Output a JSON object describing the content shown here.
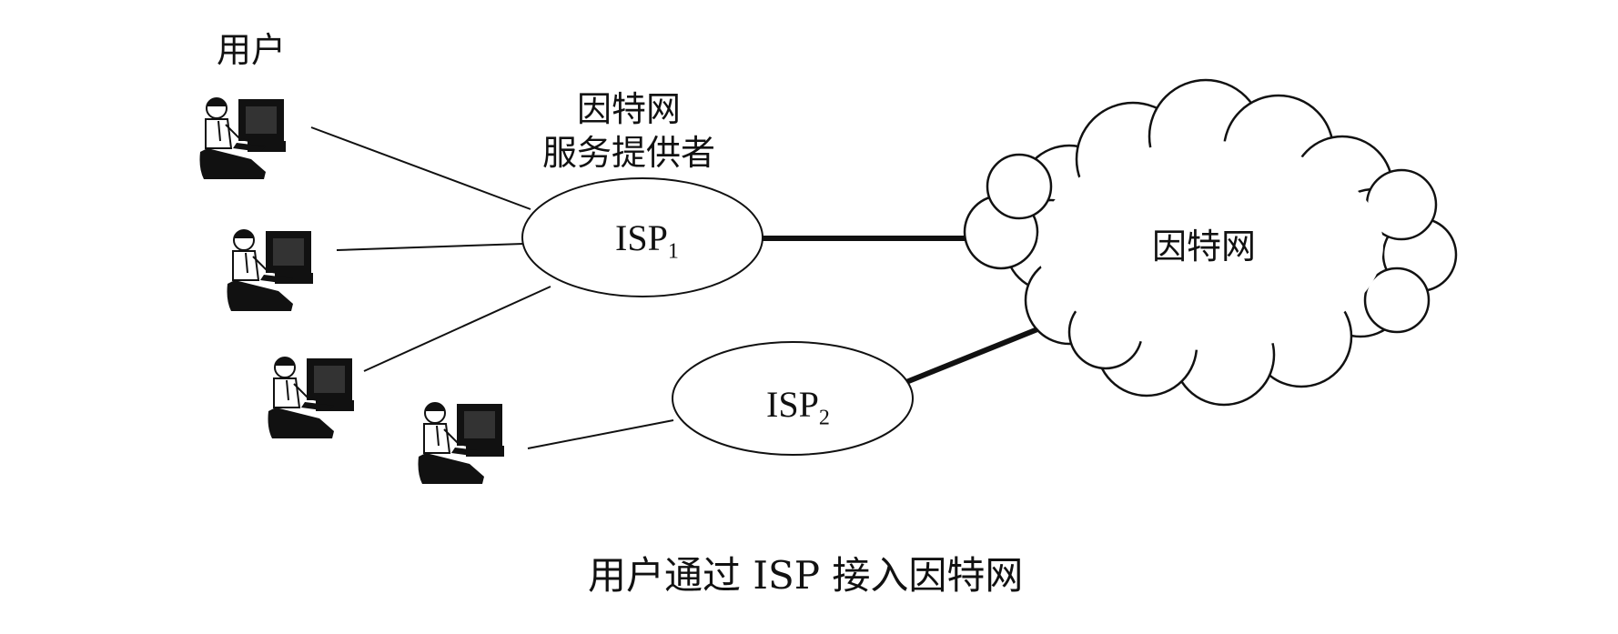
{
  "users_label": "用户",
  "isp_description": [
    "因特网",
    "服务提供者"
  ],
  "isp1": {
    "name": "ISP",
    "sub": "1"
  },
  "isp2": {
    "name": "ISP",
    "sub": "2"
  },
  "internet_label": "因特网",
  "caption": "用户通过 ISP 接入因特网"
}
